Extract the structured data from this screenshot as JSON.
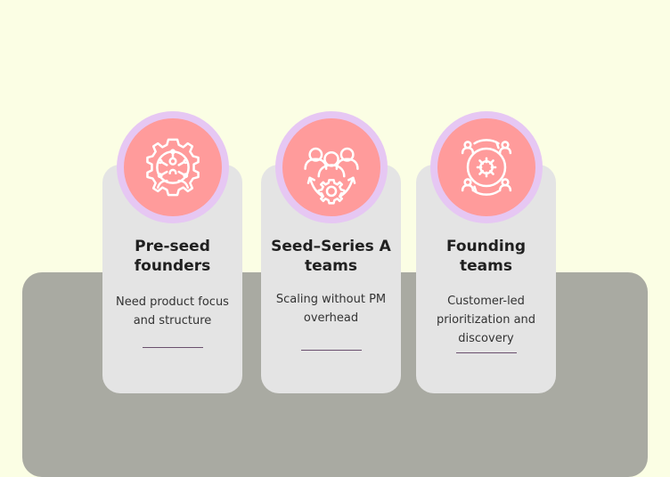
{
  "cards": [
    {
      "icon": "gear-circuit-icon",
      "title_lines": [
        "Pre-seed",
        "founders"
      ],
      "text_lines": [
        "Need product focus",
        "and structure"
      ]
    },
    {
      "icon": "team-gear-icon",
      "title_lines": [
        "Seed–Series A",
        "teams"
      ],
      "text_lines": [
        "Scaling without PM",
        "overhead"
      ]
    },
    {
      "icon": "customer-cycle-icon",
      "title_lines": [
        "Founding",
        "teams"
      ],
      "text_lines": [
        "Customer-led",
        "prioritization and",
        "discovery"
      ]
    }
  ],
  "colors": {
    "background": "#fbfee4",
    "base_panel": "#a9aaa2",
    "card": "#e4e4e4",
    "icon_ring": "#e6c7f3",
    "icon_disc": "#ff9b9b",
    "divider": "#6a4f6e"
  }
}
